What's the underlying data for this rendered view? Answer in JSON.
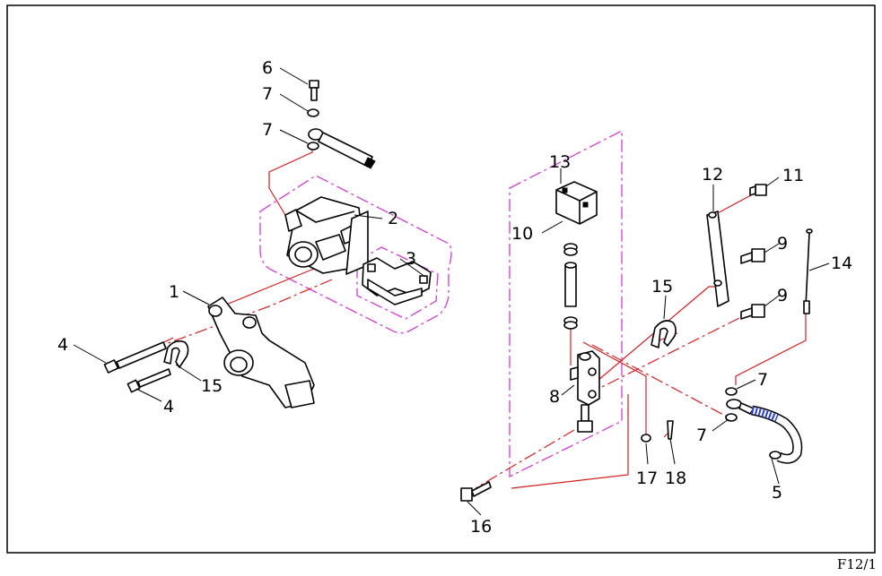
{
  "sheet": {
    "page_ref": "F12/1"
  },
  "callouts": {
    "c1": "1",
    "c2": "2",
    "c3": "3",
    "c4a": "4",
    "c4b": "4",
    "c5": "5",
    "c6": "6",
    "c7a": "7",
    "c7b": "7",
    "c7c": "7",
    "c7d": "7",
    "c8": "8",
    "c9a": "9",
    "c9b": "9",
    "c10": "10",
    "c11": "11",
    "c12": "12",
    "c13": "13",
    "c14": "14",
    "c15a": "15",
    "c15b": "15",
    "c16": "16",
    "c17": "17",
    "c18": "18"
  },
  "colors": {
    "frame": "#000000",
    "leader": "#d42020",
    "group": "#d43ad4",
    "hose": "#2a3fd0"
  }
}
